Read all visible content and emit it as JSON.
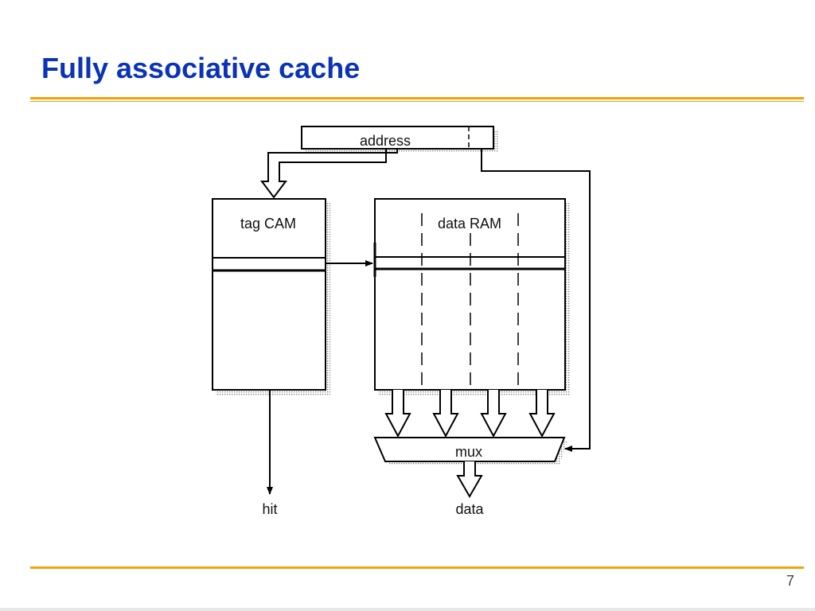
{
  "slide": {
    "title": "Fully associative cache",
    "page_number": "7"
  },
  "diagram": {
    "address_label": "address",
    "tag_cam_label": "tag CAM",
    "data_ram_label": "data RAM",
    "mux_label": "mux",
    "hit_label": "hit",
    "data_out_label": "data"
  },
  "colors": {
    "title": "#0a33b8",
    "rule": "#f0a30a",
    "line": "#000000"
  }
}
